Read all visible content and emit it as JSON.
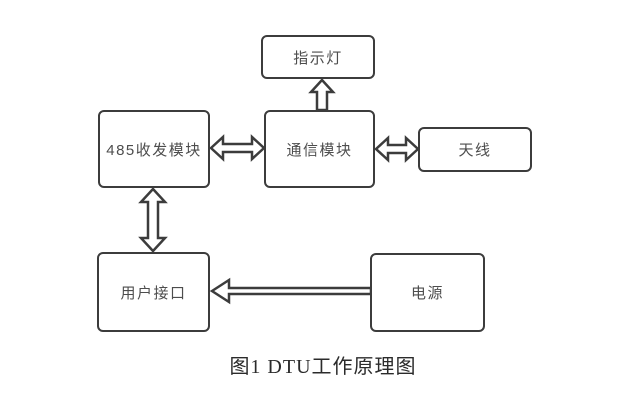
{
  "diagram": {
    "caption": "图1 DTU工作原理图",
    "nodes": {
      "indicator": {
        "label": "指示灯"
      },
      "rs485": {
        "label": "485收发模块"
      },
      "comm": {
        "label": "通信模块"
      },
      "antenna": {
        "label": "天线"
      },
      "user_interface": {
        "label": "用户接口"
      },
      "power": {
        "label": "电源"
      }
    },
    "connections": [
      {
        "from": "comm",
        "to": "indicator",
        "style": "hollow-arrow",
        "direction": "up",
        "heads": 1
      },
      {
        "from": "rs485",
        "to": "comm",
        "style": "hollow-arrow",
        "direction": "horizontal",
        "heads": 2
      },
      {
        "from": "comm",
        "to": "antenna",
        "style": "hollow-arrow",
        "direction": "horizontal",
        "heads": 2
      },
      {
        "from": "rs485",
        "to": "user_interface",
        "style": "hollow-arrow",
        "direction": "vertical",
        "heads": 2
      },
      {
        "from": "power",
        "to": "user_interface",
        "style": "hollow-arrow",
        "direction": "left",
        "heads": 1
      }
    ],
    "colors": {
      "line": "#3c3c3c",
      "label_text": "#4d4d4d",
      "caption_text": "#2b2b2b",
      "background": "#ffffff"
    }
  }
}
